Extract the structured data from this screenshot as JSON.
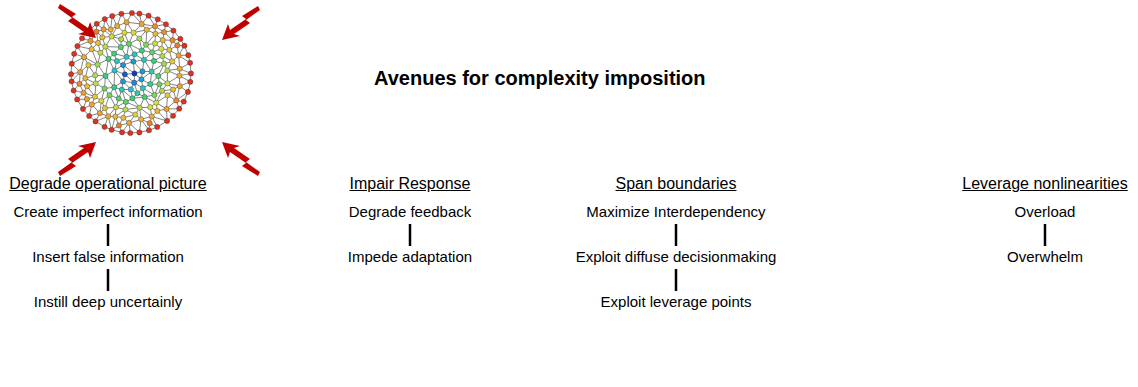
{
  "diagram": {
    "title": "Avenues for complexity imposition",
    "labels": [
      "Degrade operational picture",
      "Create imperfect information",
      "Insert false information",
      "Instill deep uncertainly",
      "Impair Response",
      "Degrade feedback",
      "Impede adaptation",
      "Span boundaries",
      "Maximize Interdependency",
      "Exploit diffuse decisionmaking",
      "Exploit leverage points",
      "Leverage nonlinearities",
      "Overload",
      "Overwhelm"
    ]
  }
}
